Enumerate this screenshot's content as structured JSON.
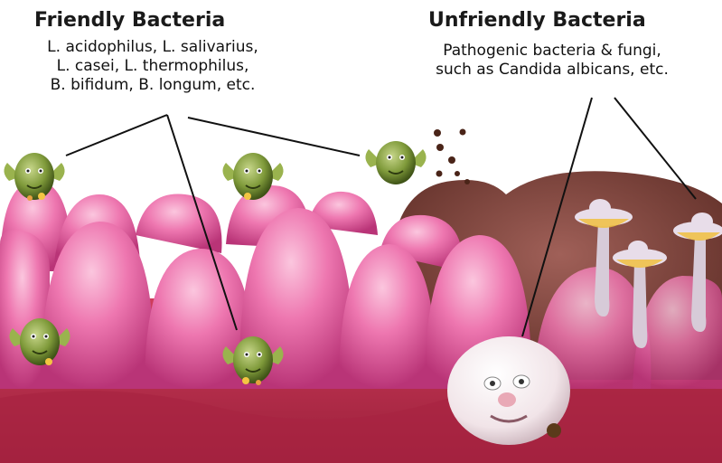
{
  "friendly": {
    "title": "Friendly Bacteria",
    "lines": [
      "L. acidophilus, L. salivarius,",
      "L. casei, L. thermophilus,",
      "B. bifidum, B. longum, etc."
    ]
  },
  "unfriendly": {
    "title": "Unfriendly Bacteria",
    "lines": [
      "Pathogenic bacteria & fungi,",
      "such as Candida albicans, etc."
    ]
  },
  "colors": {
    "villi_pink": "#e85a9e",
    "villi_light": "#f6b0d2",
    "tissue_red": "#b8284a",
    "fungal_brown": "#6e3a30",
    "bacteria_green": "#7f9a3a"
  },
  "icons": [
    "friendly-bacterium-icon",
    "fungus-icon",
    "pathogen-blob-icon"
  ]
}
